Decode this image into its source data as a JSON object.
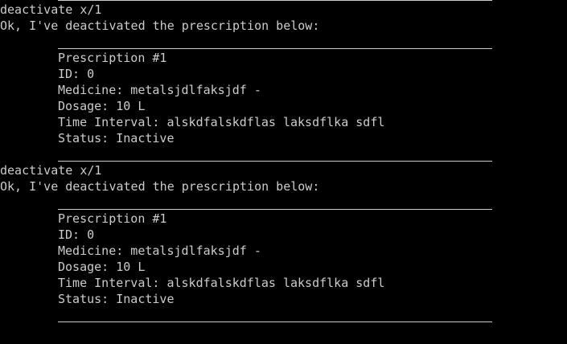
{
  "theme": {
    "background": "#000000",
    "text": "#cccccc"
  },
  "blocks": [
    {
      "command": "deactivate x/1",
      "response": "Ok, I've deactivated the prescription below:",
      "prescription": {
        "title": "Prescription #1",
        "id": "ID: 0",
        "medicine": "Medicine: metalsjdlfaksjdf -",
        "dosage": "Dosage: 10 L",
        "interval": "Time Interval: alskdfalskdflas laksdflka sdfl",
        "status": "Status: Inactive"
      }
    },
    {
      "command": "deactivate x/1",
      "response": "Ok, I've deactivated the prescription below:",
      "prescription": {
        "title": "Prescription #1",
        "id": "ID: 0",
        "medicine": "Medicine: metalsjdlfaksjdf -",
        "dosage": "Dosage: 10 L",
        "interval": "Time Interval: alskdfalskdflas laksdflka sdfl",
        "status": "Status: Inactive"
      }
    }
  ]
}
